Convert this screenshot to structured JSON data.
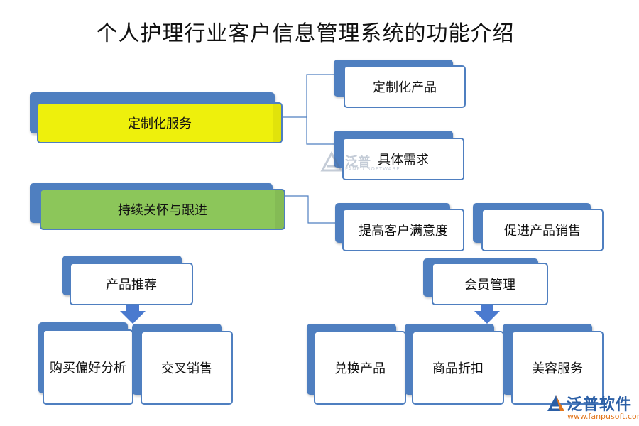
{
  "title": "个人护理行业客户信息管理系统的功能介绍",
  "nodes": {
    "customized_service": "定制化服务",
    "customized_product": "定制化产品",
    "specific_needs": "具体需求",
    "continuous_care": "持续关怀与跟进",
    "satisfaction": "提高客户满意度",
    "promote_sales": "促进产品销售",
    "product_recommend": "产品推荐",
    "preference_analysis": "购买偏好分析",
    "cross_selling": "交叉销售",
    "membership": "会员管理",
    "exchange_products": "兑换产品",
    "discounts": "商品折扣",
    "beauty_services": "美容服务"
  },
  "watermark": {
    "text": "泛普",
    "sub": "FANPU SOFTWARE"
  },
  "logo": {
    "text": "泛普软件",
    "url": "www.fanpusoft.com"
  },
  "colors": {
    "frame_blue": "#4f7fc0",
    "highlight_yellow": "#eef00c",
    "highlight_green": "#8cc65a",
    "connector": "#4f7fc0",
    "arrow": "#4a7acf",
    "logo_blue": "#2b5fa6",
    "logo_orange": "#e2761c"
  }
}
